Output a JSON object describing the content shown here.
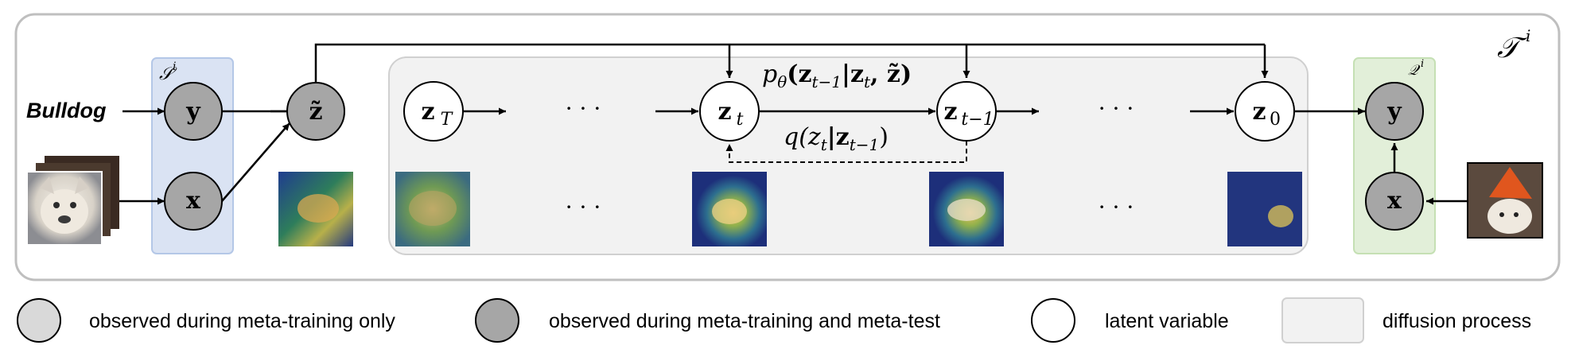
{
  "task_label": "𝒯",
  "task_sup": "i",
  "support_label": "𝒮",
  "support_sup": "i",
  "query_label": "𝒬",
  "query_sup": "i",
  "class_name": "Bulldog",
  "nodes": {
    "y": "y",
    "x": "x",
    "z_tilde": "z̃",
    "z_T": "z",
    "z_T_sub": "T",
    "z_t": "z",
    "z_t_sub": "t",
    "z_tm1": "z",
    "z_tm1_sub": "t−1",
    "z_0": "z",
    "z_0_sub": "0"
  },
  "ellipsis": "· · ·",
  "reverse_process": "p",
  "reverse_theta": "θ",
  "reverse_args": "(z",
  "reverse_sub1": "t−1",
  "reverse_mid": "|z",
  "reverse_sub2": "t",
  "reverse_end": ", z̃)",
  "forward_process": "q(z",
  "forward_sub1": "t",
  "forward_mid": "|z",
  "forward_sub2": "t−1",
  "forward_end": ")",
  "legend": [
    {
      "label": "observed during meta-training only",
      "fill": "#d9d9d9"
    },
    {
      "label": "observed during meta-training and meta-test",
      "fill": "#a6a6a6"
    },
    {
      "label": "latent variable",
      "fill": "#ffffff"
    },
    {
      "label": "diffusion process",
      "fill": "#f2f2f2"
    }
  ],
  "colors": {
    "support_box": "#dae3f3",
    "query_box": "#e2efd9",
    "diffusion_box": "#f2f2f2",
    "observed_node": "#a6a6a6"
  }
}
